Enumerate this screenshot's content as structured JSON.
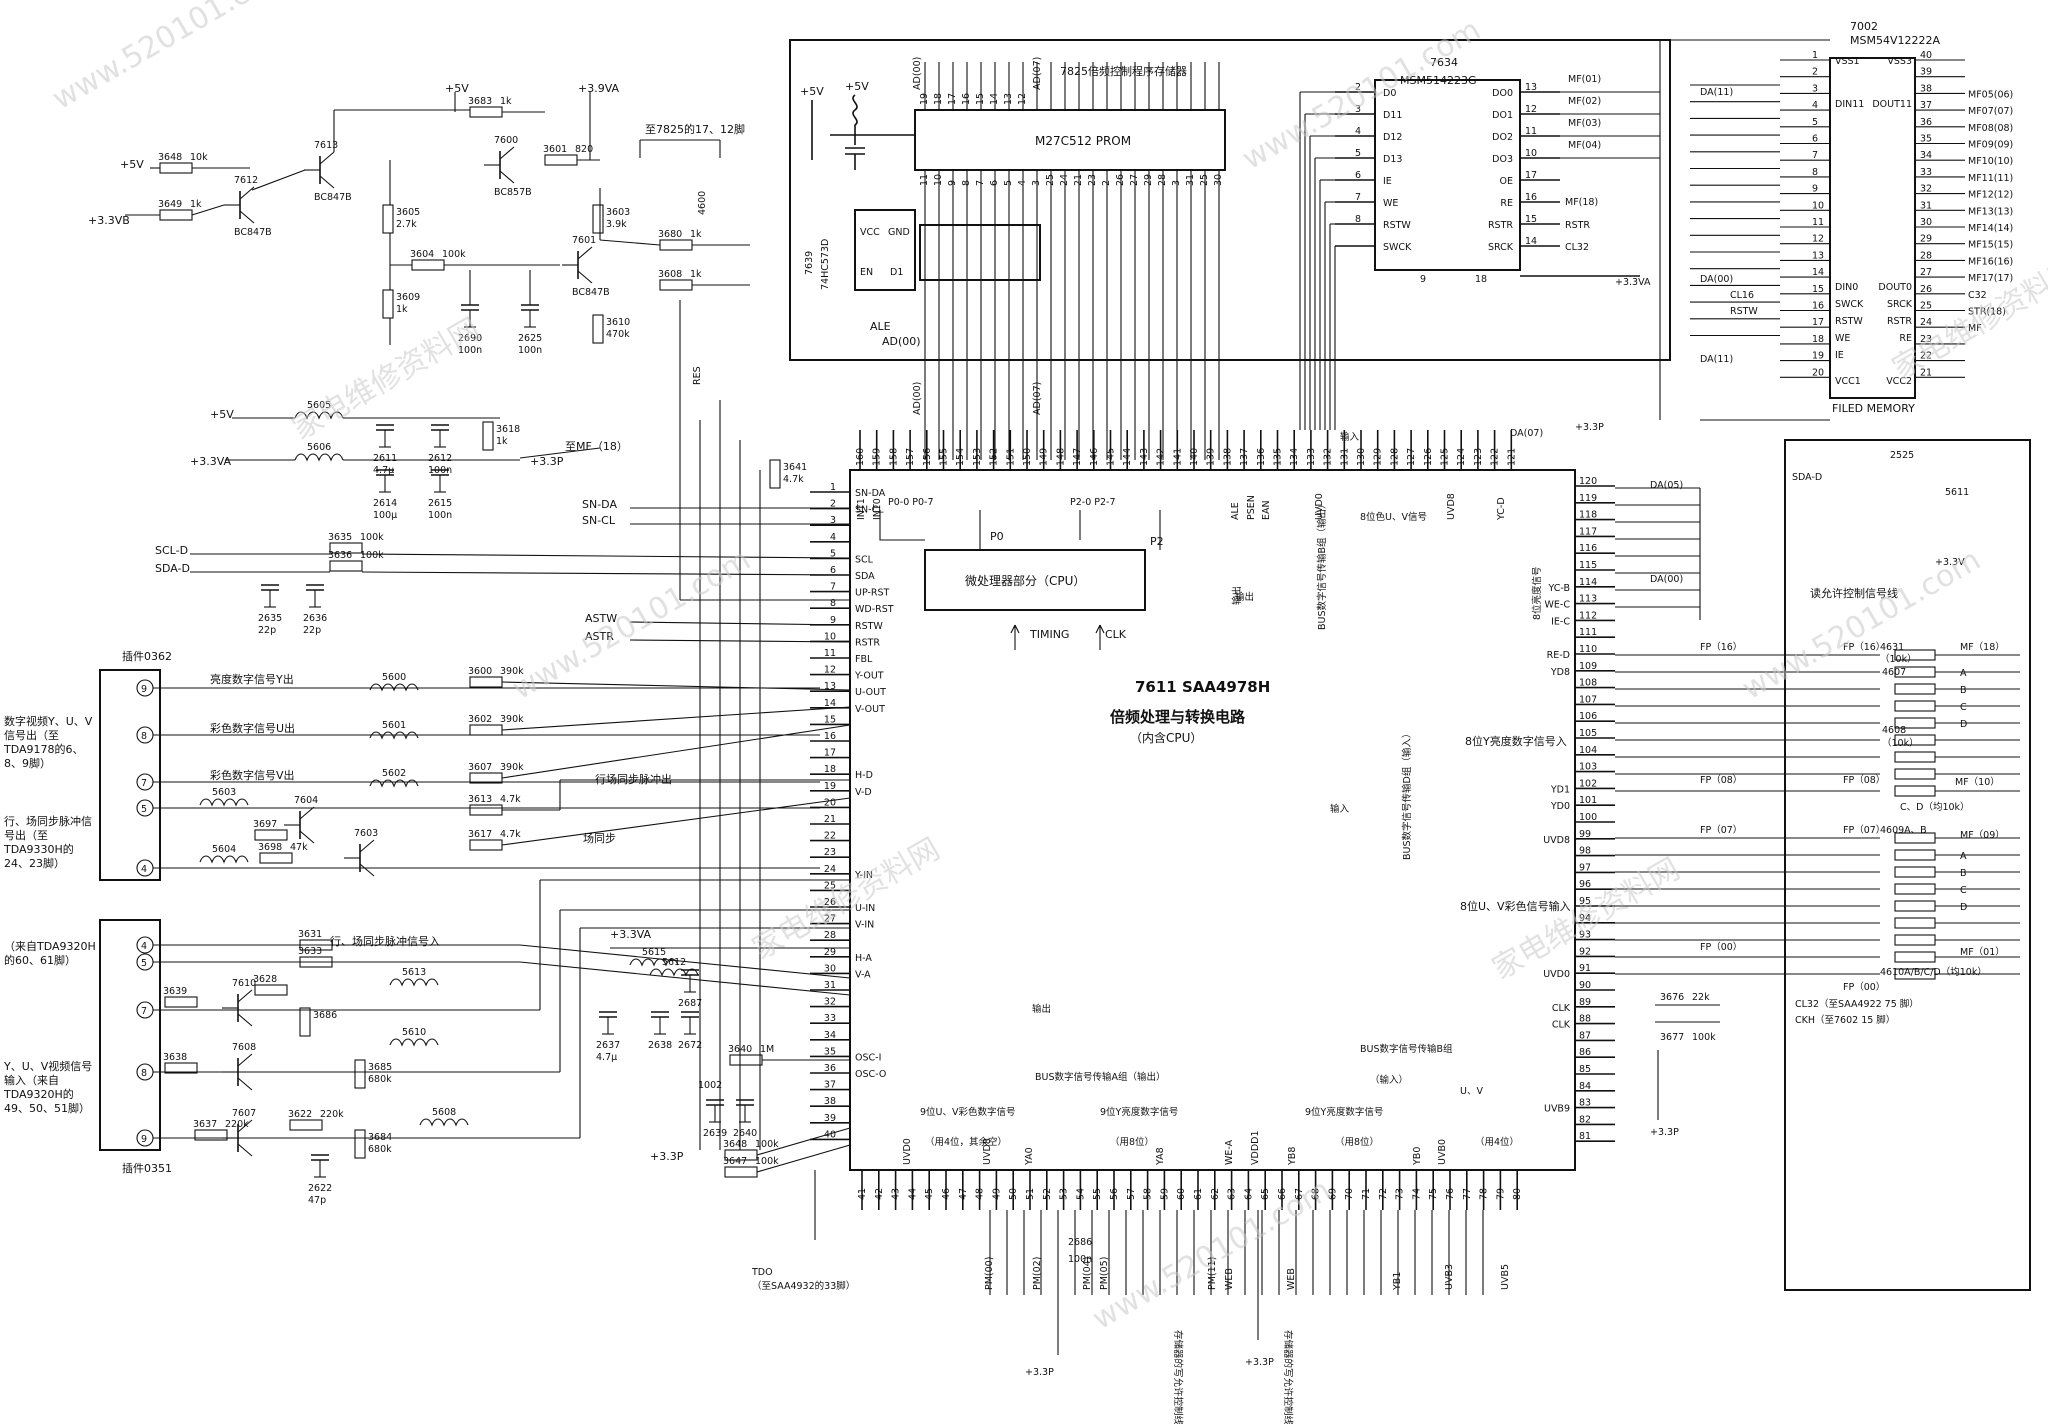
{
  "chip_main": {
    "ref": "7611 SAA4978H",
    "title": "倍频处理与转换电路",
    "subtitle": "（内含CPU）",
    "cpu": "微处理器部分（CPU）",
    "timing": "TIMING",
    "clk": "CLK",
    "p0": "P0",
    "p2": "P2",
    "p0_range": "P0-0  P0-7",
    "p2_range": "P2-0  P2-7",
    "left_pins": [
      {
        "n": "1",
        "s": "SN-DA"
      },
      {
        "n": "2",
        "s": "SN-CL"
      },
      {
        "n": "3",
        "s": ""
      },
      {
        "n": "4",
        "s": ""
      },
      {
        "n": "5",
        "s": "SCL"
      },
      {
        "n": "6",
        "s": "SDA"
      },
      {
        "n": "7",
        "s": "UP-RST"
      },
      {
        "n": "8",
        "s": "WD-RST"
      },
      {
        "n": "9",
        "s": "RSTW"
      },
      {
        "n": "10",
        "s": "RSTR"
      },
      {
        "n": "11",
        "s": "FBL"
      },
      {
        "n": "12",
        "s": "Y-OUT"
      },
      {
        "n": "13",
        "s": "U-OUT"
      },
      {
        "n": "14",
        "s": "V-OUT"
      },
      {
        "n": "15",
        "s": ""
      },
      {
        "n": "16",
        "s": ""
      },
      {
        "n": "17",
        "s": ""
      },
      {
        "n": "18",
        "s": "H-D"
      },
      {
        "n": "19",
        "s": "V-D"
      },
      {
        "n": "20",
        "s": ""
      },
      {
        "n": "21",
        "s": ""
      },
      {
        "n": "22",
        "s": ""
      },
      {
        "n": "23",
        "s": ""
      },
      {
        "n": "24",
        "s": "Y-IN"
      },
      {
        "n": "25",
        "s": ""
      },
      {
        "n": "26",
        "s": "U-IN"
      },
      {
        "n": "27",
        "s": "V-IN"
      },
      {
        "n": "28",
        "s": ""
      },
      {
        "n": "29",
        "s": "H-A"
      },
      {
        "n": "30",
        "s": "V-A"
      },
      {
        "n": "31",
        "s": ""
      },
      {
        "n": "32",
        "s": ""
      },
      {
        "n": "33",
        "s": ""
      },
      {
        "n": "34",
        "s": ""
      },
      {
        "n": "35",
        "s": "OSC-I"
      },
      {
        "n": "36",
        "s": "OSC-O"
      },
      {
        "n": "37",
        "s": ""
      },
      {
        "n": "38",
        "s": ""
      },
      {
        "n": "39",
        "s": ""
      },
      {
        "n": "40",
        "s": ""
      }
    ],
    "right_pins": [
      {
        "n": "120",
        "s": ""
      },
      {
        "n": "119",
        "s": ""
      },
      {
        "n": "118",
        "s": ""
      },
      {
        "n": "117",
        "s": ""
      },
      {
        "n": "116",
        "s": ""
      },
      {
        "n": "115",
        "s": ""
      },
      {
        "n": "114",
        "s": "YC-B"
      },
      {
        "n": "113",
        "s": "WE-C"
      },
      {
        "n": "112",
        "s": "IE-C"
      },
      {
        "n": "111",
        "s": ""
      },
      {
        "n": "110",
        "s": "RE-D"
      },
      {
        "n": "109",
        "s": "YD8"
      },
      {
        "n": "108",
        "s": ""
      },
      {
        "n": "107",
        "s": ""
      },
      {
        "n": "106",
        "s": ""
      },
      {
        "n": "105",
        "s": ""
      },
      {
        "n": "104",
        "s": ""
      },
      {
        "n": "103",
        "s": ""
      },
      {
        "n": "102",
        "s": "YD1"
      },
      {
        "n": "101",
        "s": "YD0"
      },
      {
        "n": "100",
        "s": ""
      },
      {
        "n": "99",
        "s": "UVD8"
      },
      {
        "n": "98",
        "s": ""
      },
      {
        "n": "97",
        "s": ""
      },
      {
        "n": "96",
        "s": ""
      },
      {
        "n": "95",
        "s": ""
      },
      {
        "n": "94",
        "s": ""
      },
      {
        "n": "93",
        "s": ""
      },
      {
        "n": "92",
        "s": ""
      },
      {
        "n": "91",
        "s": "UVD0"
      },
      {
        "n": "90",
        "s": ""
      },
      {
        "n": "89",
        "s": "CLK"
      },
      {
        "n": "88",
        "s": "CLK"
      },
      {
        "n": "87",
        "s": ""
      },
      {
        "n": "86",
        "s": ""
      },
      {
        "n": "85",
        "s": ""
      },
      {
        "n": "84",
        "s": ""
      },
      {
        "n": "83",
        "s": "UVB9"
      },
      {
        "n": "82",
        "s": ""
      },
      {
        "n": "81",
        "s": ""
      }
    ],
    "top_pins": [
      "160",
      "159",
      "158",
      "157",
      "156",
      "155",
      "154",
      "153",
      "152",
      "151",
      "150",
      "149",
      "148",
      "147",
      "146",
      "145",
      "144",
      "143",
      "142",
      "141",
      "140",
      "139",
      "138",
      "137",
      "136",
      "135",
      "134",
      "133",
      "132",
      "131",
      "130",
      "129",
      "128",
      "127",
      "126",
      "125",
      "124",
      "123",
      "122",
      "121"
    ],
    "bottom_pins": [
      "41",
      "42",
      "43",
      "44",
      "45",
      "46",
      "47",
      "48",
      "49",
      "50",
      "51",
      "52",
      "53",
      "54",
      "55",
      "56",
      "57",
      "58",
      "59",
      "60",
      "61",
      "62",
      "63",
      "64",
      "65",
      "66",
      "67",
      "68",
      "69",
      "70",
      "71",
      "72",
      "73",
      "74",
      "75",
      "76",
      "77",
      "78",
      "79",
      "80"
    ],
    "top_sigs": [
      "INT1",
      "INT0",
      "ALE",
      "PSEN",
      "EAN",
      "UVD0",
      "UVD8",
      "YC-D"
    ]
  },
  "chip_prom": {
    "ref": "M27C512 PROM",
    "title": "7825倍频控制程序存储器"
  },
  "chip_latch": {
    "ref": "7639",
    "part": "74HC573D",
    "pins": [
      "VCC",
      "GND",
      "EN",
      "D1"
    ]
  },
  "chip_7634": {
    "ref": "7634",
    "part": "MSM514223G",
    "left": [
      "D0",
      "D11",
      "D12",
      "D13",
      "IE",
      "WE",
      "RSTW",
      "SWCK"
    ],
    "right": [
      "DO0",
      "DO1",
      "DO2",
      "DO3",
      "OE",
      "RE",
      "RSTR",
      "SRCK"
    ],
    "lnums": [
      "2",
      "3",
      "4",
      "5",
      "6",
      "7",
      "8"
    ],
    "rnums": [
      "13",
      "12",
      "11",
      "10",
      "17",
      "16",
      "15",
      "14"
    ],
    "bnums": [
      "9",
      "18"
    ]
  },
  "chip_7002": {
    "ref": "7002",
    "part": "MSM54V12222A",
    "label": "FILED MEMORY",
    "left": [
      "VSS1",
      "DIN11",
      "DIN0",
      "SWCK",
      "RSTW",
      "WE",
      "IE",
      "VCC1"
    ],
    "right": [
      "VSS3",
      "DOUT11",
      "DOUT0",
      "SRCK",
      "RSTR",
      "RE",
      "VCC2"
    ],
    "lnums": [
      "1",
      "2",
      "3",
      "4",
      "5",
      "6",
      "7",
      "8",
      "9",
      "10",
      "11",
      "12",
      "13",
      "14",
      "15",
      "16",
      "17",
      "18",
      "19",
      "20"
    ],
    "rnums": [
      "40",
      "39",
      "38",
      "37",
      "36",
      "35",
      "34",
      "33",
      "32",
      "31",
      "30",
      "29",
      "28",
      "27",
      "26",
      "25",
      "24",
      "23",
      "22",
      "21"
    ],
    "rsigs": [
      "",
      "",
      "MF05(06)",
      "MF07(07)",
      "MF08(08)",
      "MF09(09)",
      "MF10(10)",
      "MF11(11)",
      "MF12(12)",
      "MF13(13)",
      "MF14(14)",
      "MF15(15)",
      "MF16(16)",
      "MF17(17)",
      "C32",
      "STR(18)",
      "MF",
      "",
      "",
      "",
      ""
    ]
  },
  "transistors": [
    {
      "ref": "7612",
      "part": "BC847B"
    },
    {
      "ref": "7613",
      "part": "BC847B"
    },
    {
      "ref": "7600",
      "part": "BC857B"
    },
    {
      "ref": "7601",
      "part": "BC847B"
    },
    {
      "ref": "7604",
      "part": ""
    },
    {
      "ref": "7603",
      "part": ""
    },
    {
      "ref": "7610",
      "part": ""
    },
    {
      "ref": "7608",
      "part": ""
    },
    {
      "ref": "7607",
      "part": ""
    }
  ],
  "resistors": [
    {
      "ref": "3648",
      "val": "10k"
    },
    {
      "ref": "3649",
      "val": "1k"
    },
    {
      "ref": "3683",
      "val": "1k"
    },
    {
      "ref": "3601",
      "val": "820"
    },
    {
      "ref": "3603",
      "val": "3.9k"
    },
    {
      "ref": "3605",
      "val": "2.7k"
    },
    {
      "ref": "3604",
      "val": "100k"
    },
    {
      "ref": "3609",
      "val": "1k"
    },
    {
      "ref": "3680",
      "val": "1k"
    },
    {
      "ref": "3608",
      "val": "1k"
    },
    {
      "ref": "3610",
      "val": "470k"
    },
    {
      "ref": "3618",
      "val": "1k"
    },
    {
      "ref": "3641",
      "val": "4.7k"
    },
    {
      "ref": "3635",
      "val": "100k"
    },
    {
      "ref": "3636",
      "val": "100k"
    },
    {
      "ref": "3600",
      "val": "390k"
    },
    {
      "ref": "3602",
      "val": "390k"
    },
    {
      "ref": "3607",
      "val": "390k"
    },
    {
      "ref": "3613",
      "val": "4.7k"
    },
    {
      "ref": "3617",
      "val": "4.7k"
    },
    {
      "ref": "3697",
      "val": ""
    },
    {
      "ref": "3698",
      "val": "47k"
    },
    {
      "ref": "3631",
      "val": ""
    },
    {
      "ref": "3633",
      "val": ""
    },
    {
      "ref": "3628",
      "val": ""
    },
    {
      "ref": "3639",
      "val": ""
    },
    {
      "ref": "3686",
      "val": ""
    },
    {
      "ref": "3638",
      "val": ""
    },
    {
      "ref": "3685",
      "val": "680k"
    },
    {
      "ref": "3637",
      "val": "220k"
    },
    {
      "ref": "3622",
      "val": "220k"
    },
    {
      "ref": "3684",
      "val": "680k"
    },
    {
      "ref": "3640",
      "val": "1M"
    },
    {
      "ref": "3648",
      "val": "100k"
    },
    {
      "ref": "3647",
      "val": "100k"
    },
    {
      "ref": "3676",
      "val": "22k"
    },
    {
      "ref": "3677",
      "val": "100k"
    }
  ],
  "caps": [
    {
      "ref": "2690",
      "val": "100n"
    },
    {
      "ref": "2625",
      "val": "100n"
    },
    {
      "ref": "2611",
      "val": "4.7μ"
    },
    {
      "ref": "2612",
      "val": "100n"
    },
    {
      "ref": "2614",
      "val": "100μ"
    },
    {
      "ref": "2615",
      "val": "100n"
    },
    {
      "ref": "2635",
      "val": "22p"
    },
    {
      "ref": "2636",
      "val": "22p"
    },
    {
      "ref": "2637",
      "val": "4.7μ"
    },
    {
      "ref": "2638",
      "val": ""
    },
    {
      "ref": "2672",
      "val": ""
    },
    {
      "ref": "2687",
      "val": ""
    },
    {
      "ref": "2639",
      "val": ""
    },
    {
      "ref": "2640",
      "val": ""
    },
    {
      "ref": "2686",
      "val": "100n"
    },
    {
      "ref": "2622",
      "val": "47p"
    },
    {
      "ref": "2525",
      "val": ""
    }
  ],
  "inductors": [
    "5605",
    "5606",
    "5600",
    "5601",
    "5602",
    "5603",
    "5604",
    "5613",
    "5610",
    "5608",
    "5615",
    "5612",
    "5611"
  ],
  "rails": {
    "p5v": "+5V",
    "p33vb": "+3.3VB",
    "p39va": "+3.9VA",
    "p33va": "+3.3VA",
    "p33v": "+3.3V",
    "p33p": "+3.3P"
  },
  "left_labels": {
    "scl": "SCL-D",
    "sda": "SDA-D",
    "astw": "ASTW",
    "astr": "ASTR",
    "snda": "SN-DA",
    "sncl": "SN-CL",
    "mf18": "至MF（18）",
    "to7825": "至7825的17、12脚",
    "res": "RES",
    "addr": "4600"
  },
  "connector_top": {
    "ref": "插件0362",
    "pins": [
      "9",
      "8",
      "7",
      "5",
      "4"
    ]
  },
  "connector_bot": {
    "ref": "插件0351",
    "pins": [
      "4",
      "5",
      "7",
      "8",
      "9"
    ]
  },
  "annotations": {
    "y_out": "亮度数字信号Y出",
    "u_out": "彩色数字信号U出",
    "v_out": "彩色数字信号V出",
    "hv_sync_out": "行场同步脉冲出",
    "field_sync": "场同步",
    "hv_in": "行、场同步脉冲信号入",
    "dv_out": "数字视频Y、U、V信号出（至TDA9178的6、8、9脚）",
    "hv_pulse": "行、场同步脉冲信号出（至TDA9330H的24、23脚）",
    "from_hv": "（来自TDA9320H的60、61脚）",
    "yuv_in": "Y、U、V视频信号输入（来自TDA9320H的49、50、51脚）",
    "read_en": "读允许控制信号线",
    "y8_in": "8位Y亮度数字信号入",
    "uv8_in": "8位U、V彩色信号输入",
    "bus_b": "BUS数字信号传输B组（输出）",
    "bus_a": "BUS数字信号传输A组（输出）",
    "bus_d": "BUS数字信号传输D组（输入）",
    "bus_bot_b": "BUS数字信号传输B组",
    "in_b": "（输入）",
    "uv9": "9位U、V彩色数字信号",
    "uv9_note": "（用4位，其余空）",
    "y9": "9位Y亮度数字信号",
    "y9_note": "（用8位）",
    "y9b": "9位Y亮度数字信号",
    "y9b_note": "（用8位）",
    "uv_note": "U、V",
    "uv_note2": "（用4位）",
    "uv8": "8位色U、V信号",
    "y8": "8位亮度信号",
    "out": "输出",
    "in": "输入",
    "in2": "输入",
    "wr_en": "存储器的写允许控制线",
    "rd_en": "存储器的写允许控制线",
    "tdo": "TDO",
    "tdo_note": "（至SAA4932的33脚）",
    "cl32": "CL32（至SAA4922 75 脚）",
    "ckh": "CKH（至7602 15 脚）",
    "uvd0": "UVD0",
    "uvd8": "UVD8",
    "ya0": "YA0",
    "ya8": "YA8",
    "we_a": "WE-A",
    "vddd": "VDDD1",
    "yb8": "YB8",
    "yb0": "YB0",
    "uvb0": "UVB0",
    "pm00": "PM(00)",
    "pm02": "PM(02)",
    "pm04": "PM(04)",
    "pm05": "PM(05)",
    "pm11": "PM(11)",
    "web": "WEB",
    "weba": "WEB",
    "yb1": "YB1",
    "uvb3": "UVB3",
    "uvb5": "UVB5",
    "osc": "1002"
  },
  "bus_labels": {
    "da11": "DA(11)",
    "da00": "DA(00)",
    "da05": "DA(05)",
    "da07": "DA(07)",
    "fp16": "FP（16）",
    "fp08": "FP（08）",
    "fp07": "FP（07）",
    "fp00": "FP（00）",
    "mf01": "MF(01)",
    "mf02": "MF(02)",
    "mf03": "MF(03)",
    "mf04": "MF(04)",
    "mf18": "MF(18)",
    "rstr": "RSTR",
    "cl32": "CL32",
    "cl16": "CL16",
    "rstw": "RSTW",
    "sda_d": "SDA-D",
    "ad00": "AD(00)",
    "ad07": "AD(07)",
    "ale": "ALE"
  },
  "resnet": {
    "r4631": "4631",
    "r10k": "（10k）",
    "r4607": "4607",
    "r4608": "4608",
    "r4608v": "（10k）",
    "r4609": "4609A、B",
    "r4610": "4610A/B/C/D（均10k）",
    "cd": "C、D（均10k）",
    "mf18": "MF（18）",
    "mf10": "MF（10）",
    "mf09": "MF（09）",
    "mf01": "MF（01）",
    "letters": [
      "A",
      "B",
      "C",
      "D",
      "A",
      "B",
      "C",
      "D"
    ]
  },
  "watermark": "家电维修资料网",
  "watermark_url": "www.520101.com"
}
